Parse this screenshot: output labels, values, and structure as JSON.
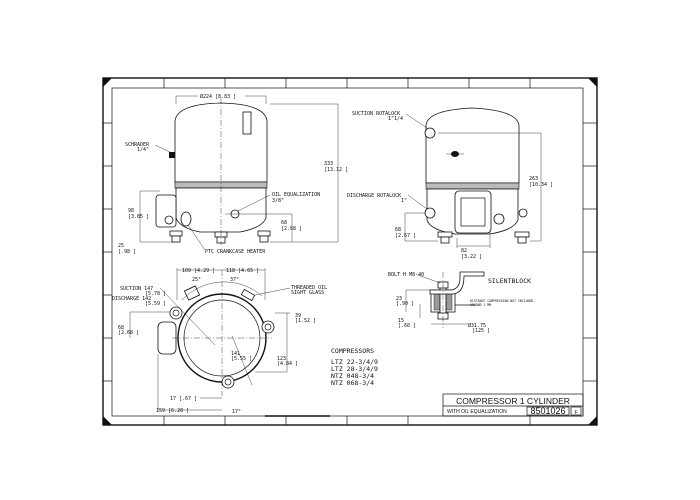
{
  "front_view": {
    "diameter": "Ø224 [8.83 ]",
    "schrader": "SCHRADER",
    "schrader_size": "1/4\"",
    "height": "333",
    "height_in": "[13.12 ]",
    "oil_equalization": "OIL EQUALIZATION",
    "oil_size": "3/8\"",
    "oil_height": "68",
    "oil_height_in": "[2.68 ]",
    "left_height": "98",
    "left_height_in": "[3.85 ]",
    "base": "25",
    "base_in": "[.98 ]",
    "heater": "PTC CRANKCASE HEATER"
  },
  "side_view": {
    "suction": "SUCTION ROTALOCK",
    "suction_size": "1\"1/4",
    "discharge": "DISCHARGE ROTALOCK",
    "discharge_size": "1\"",
    "height": "263",
    "height_in": "[10.34 ]",
    "disc_height": "68",
    "disc_height_in": "[2.67 ]",
    "width": "82",
    "width_in": "[3.22 ]"
  },
  "top_view": {
    "dim_a": "109 [4.29 ]",
    "dim_b": "118 [4.65 ]",
    "angle_a": "25°",
    "angle_b": "37°",
    "suction": "SUCTION 147",
    "suction_in": "[5.78 ]",
    "discharge": "DISCHARGE 142",
    "discharge_in": "[5.59 ]",
    "sight_glass": "THREADED OIL",
    "sight_glass_2": "SIGHT GLASS",
    "dim_c": "39",
    "dim_c_in": "[1.52 ]",
    "dim_d": "68",
    "dim_d_in": "[2.68 ]",
    "dim_e": "141",
    "dim_e_in": "[5.55 ]",
    "dim_f": "123",
    "dim_f_in": "[4.84 ]",
    "dim_g": "17 [.67 ]",
    "dim_h": "159 [6.28 ]",
    "angle_c": "17°"
  },
  "detail": {
    "bolt": "BOLT H M8-40",
    "silentblock": "SILENTBLOCK",
    "note": "DISTANCE COMPRESSION NOT INCLUDED,",
    "note2": "AROUND 1 MM",
    "dim_a": "23",
    "dim_a_in": "[.90 ]",
    "dim_b": "15",
    "dim_b_in": "[.60 ]",
    "dim_c": "Ø31.75",
    "dim_c_in": "[125 ]"
  },
  "compressors": {
    "title": "COMPRESSORS",
    "models": [
      "LTZ 22-3/4/9",
      "LTZ 28-3/4/9",
      "NTZ 048-3/4",
      "NTZ 068-3/4"
    ]
  },
  "title_block": {
    "title": "COMPRESSOR 1 CYLINDER",
    "subtitle": "WITH OIL EQUALIZATION",
    "drawing_number": "8501026",
    "revision": "F"
  }
}
